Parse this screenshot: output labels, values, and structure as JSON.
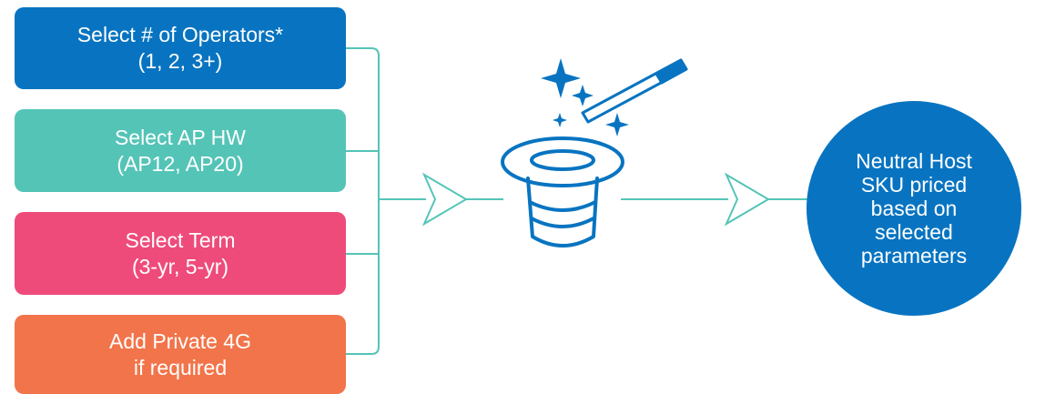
{
  "inputs": [
    {
      "line1": "Select # of Operators*",
      "line2": "(1, 2, 3+)",
      "color": "#0874c1"
    },
    {
      "line1": "Select AP HW",
      "line2": "(AP12, AP20)",
      "color": "#54c4b7"
    },
    {
      "line1": "Select Term",
      "line2": "(3-yr, 5-yr)",
      "color": "#ee4b7b"
    },
    {
      "line1": "Add Private 4G",
      "line2": "if required",
      "color": "#f2744a"
    }
  ],
  "result": {
    "lines": [
      "Neutral Host",
      "SKU priced",
      "based on",
      "selected",
      "parameters"
    ],
    "color": "#0874c1"
  },
  "icons": {
    "hat": "magic-hat-icon",
    "wand": "magic-wand-icon",
    "sparkles": "sparkle-icon",
    "arrows": "chevron-arrow-icon"
  },
  "colors": {
    "connector": "#54c4b7",
    "icon": "#0874c1"
  }
}
